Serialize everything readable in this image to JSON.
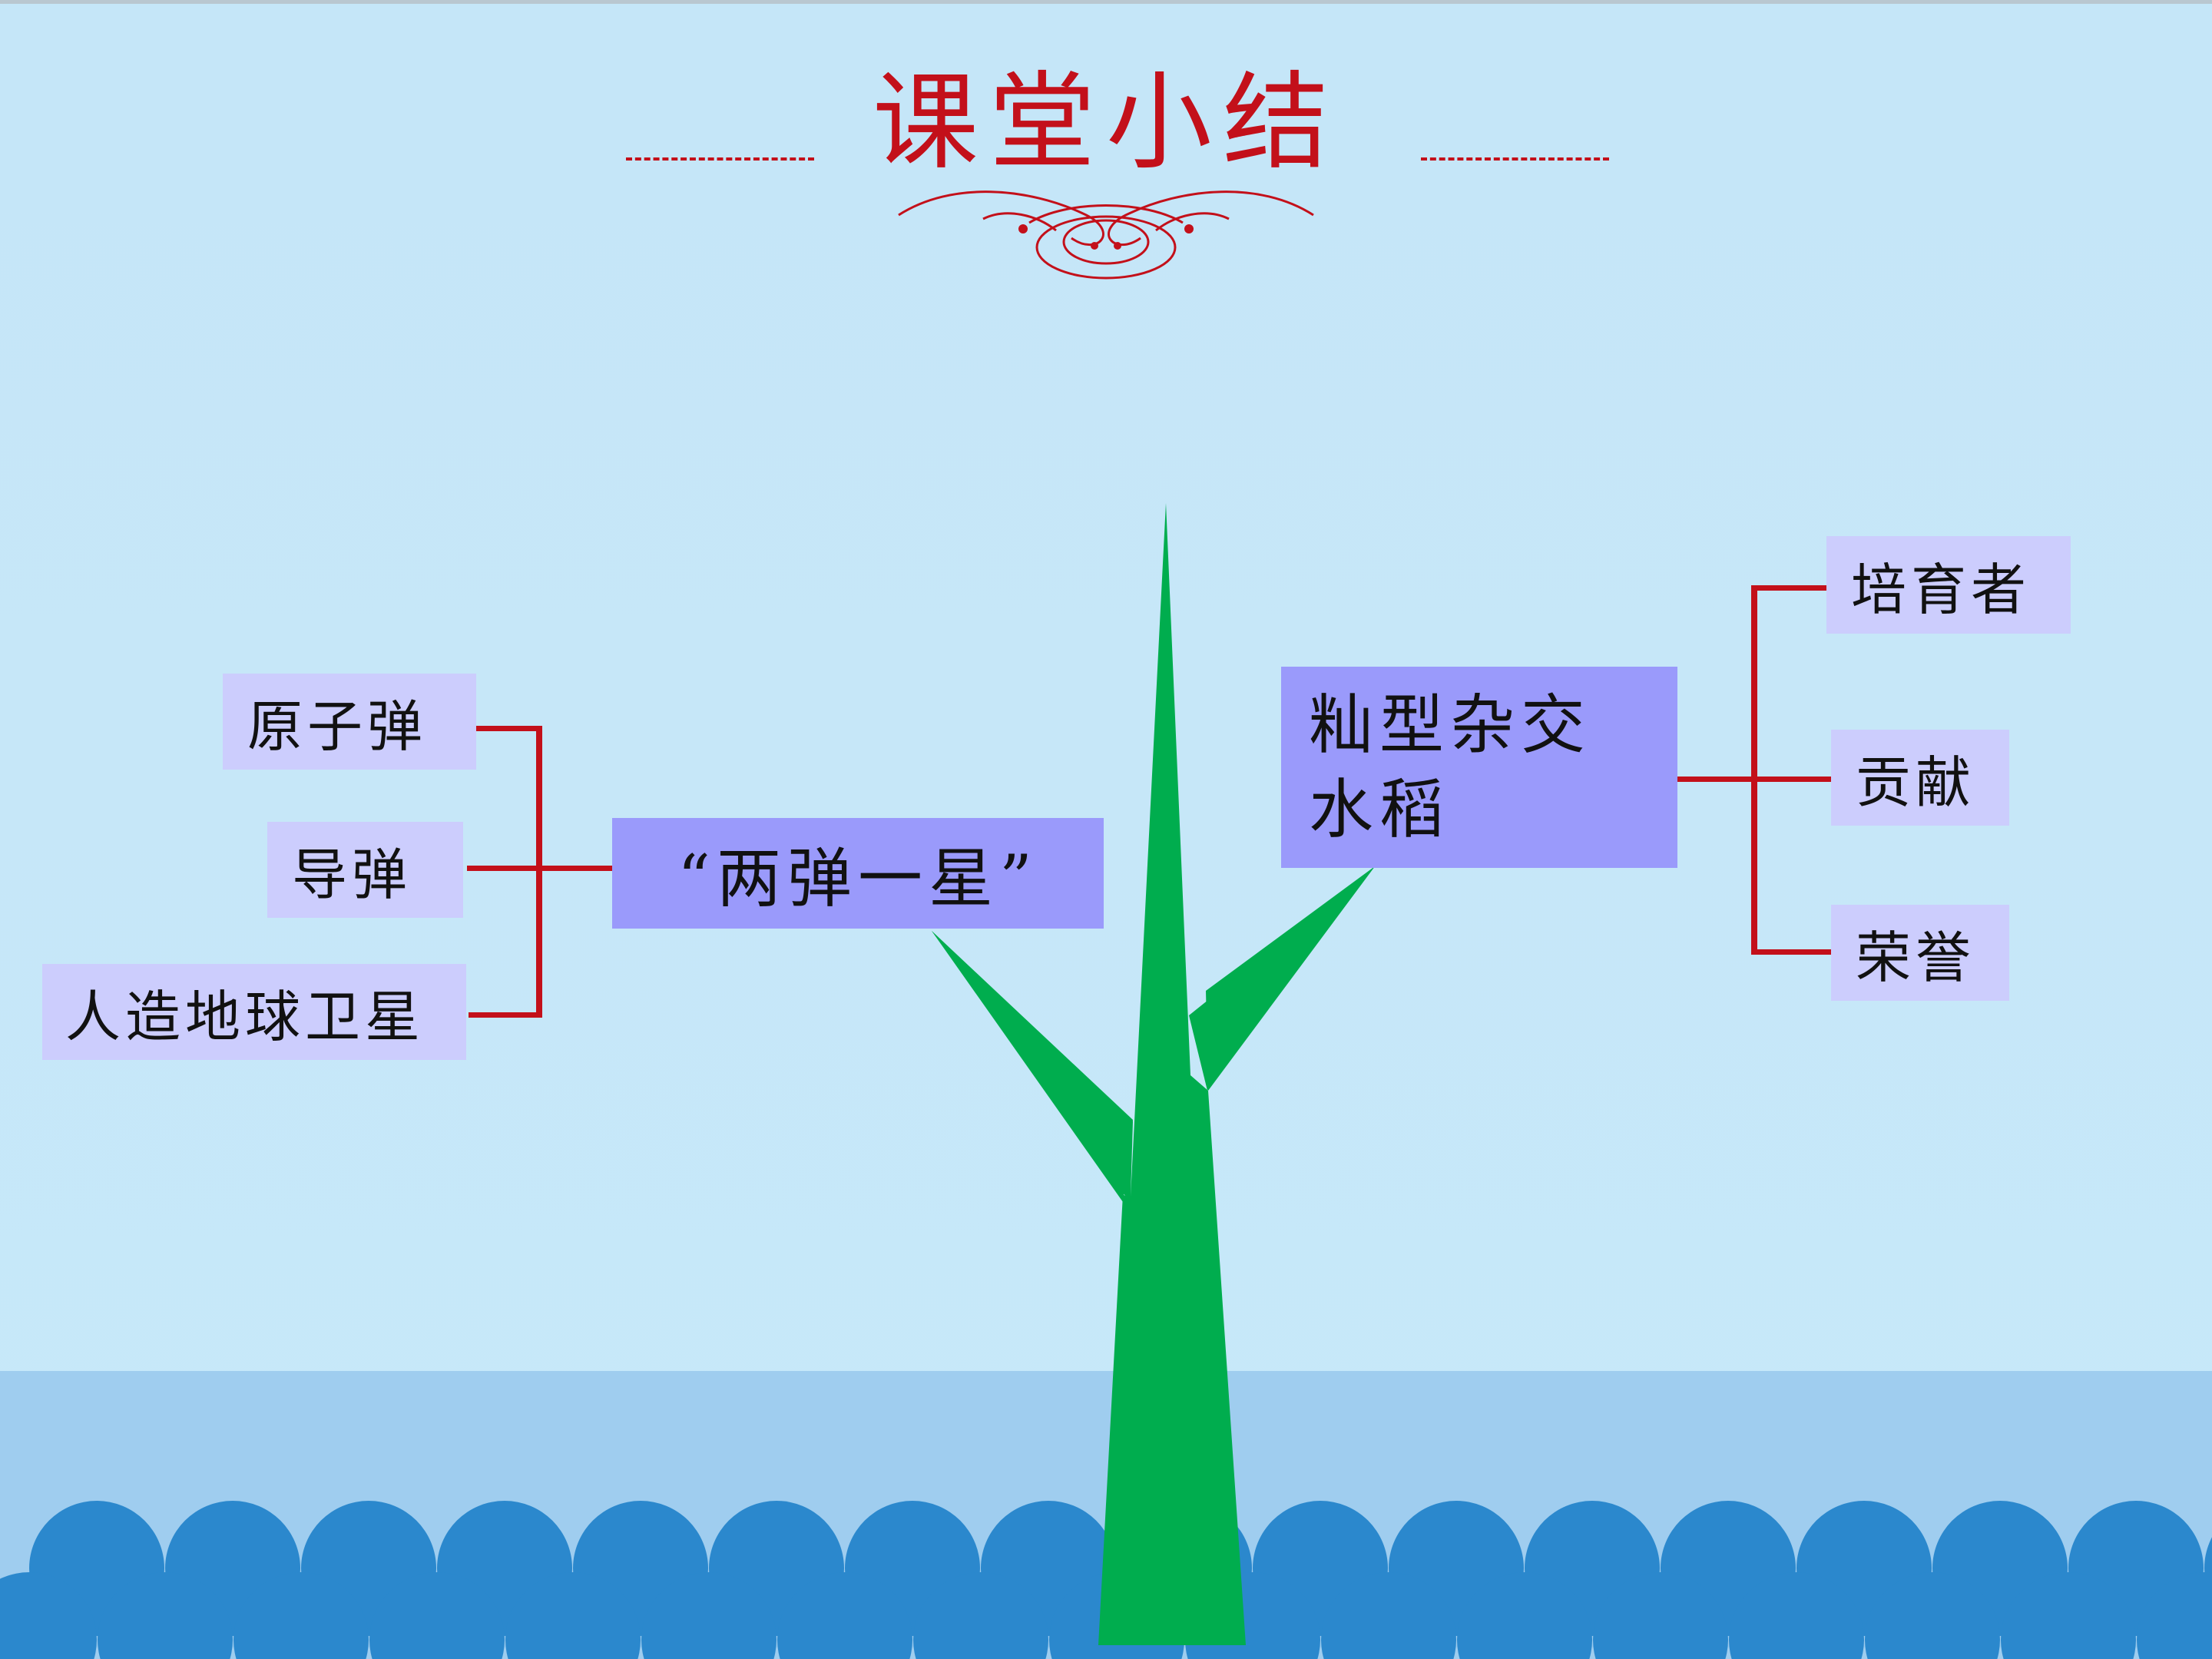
{
  "slide": {
    "title": "课堂小结"
  },
  "left_branch": {
    "hub": "“两弹一星”",
    "leaves": [
      "原子弹",
      "导弹",
      "人造地球卫星"
    ]
  },
  "right_branch": {
    "hub_line1": "籼型杂交",
    "hub_line2": "水稻",
    "leaves": [
      "培育者",
      "贡献",
      "荣誉"
    ]
  },
  "colors": {
    "background": "#c6e7f8",
    "title": "#c3101a",
    "connector": "#c3101a",
    "tree": "#00ad4e",
    "hub_box": "#9a9afb",
    "leaf_box": "#cccdfd",
    "water_light": "#9fcdef",
    "waves": "#2b88cd"
  }
}
